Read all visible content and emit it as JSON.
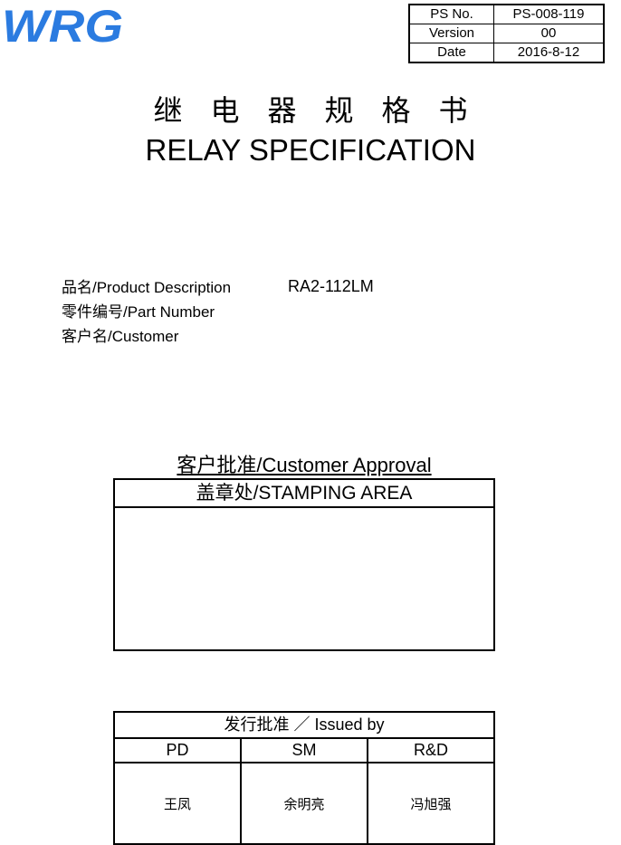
{
  "logo": {
    "text": "WRG",
    "color": "#2b7be0"
  },
  "doc_info": [
    {
      "label": "PS No.",
      "value": "PS-008-119"
    },
    {
      "label": "Version",
      "value": "00"
    },
    {
      "label": "Date",
      "value": "2016-8-12"
    }
  ],
  "title": {
    "chinese": "继电器规格书",
    "english": "RELAY SPECIFICATION"
  },
  "fields": {
    "product_label": "品名/Product Description",
    "product_value": "RA2-112LM",
    "part_label": "零件编号/Part Number",
    "customer_label": "客户名/Customer"
  },
  "approval": {
    "title": "客户批准/Customer Approval",
    "stamp_label": "盖章处/STAMPING AREA"
  },
  "issued": {
    "title": "发行批准 ／ Issued by",
    "roles": [
      "PD",
      "SM",
      "R&D"
    ],
    "names": [
      "王凤",
      "余明亮",
      "冯旭强"
    ]
  }
}
